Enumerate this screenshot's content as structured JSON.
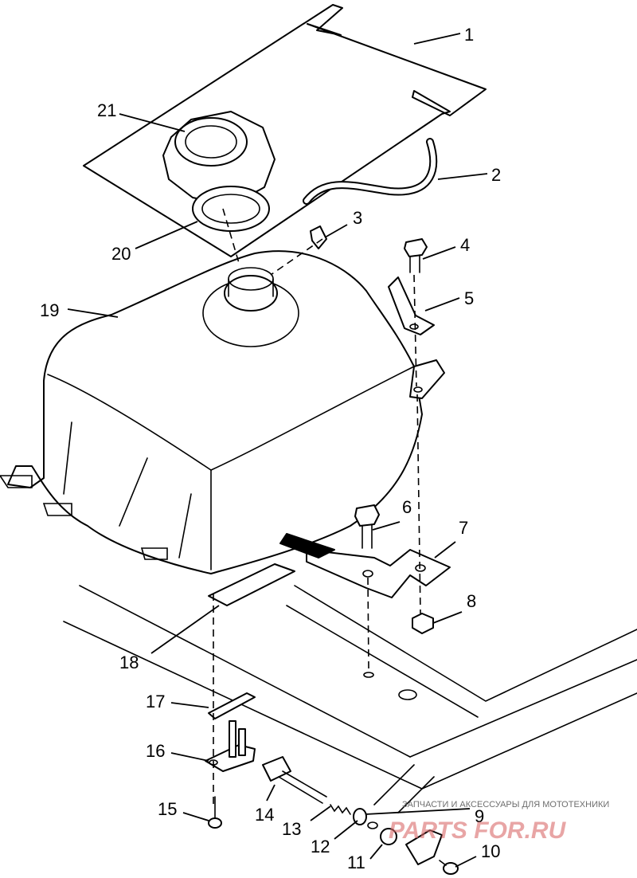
{
  "diagram": {
    "callouts": [
      {
        "id": "1",
        "label": "1"
      },
      {
        "id": "2",
        "label": "2"
      },
      {
        "id": "3",
        "label": "3"
      },
      {
        "id": "4",
        "label": "4"
      },
      {
        "id": "5",
        "label": "5"
      },
      {
        "id": "6",
        "label": "6"
      },
      {
        "id": "7",
        "label": "7"
      },
      {
        "id": "8",
        "label": "8"
      },
      {
        "id": "9",
        "label": "9"
      },
      {
        "id": "10",
        "label": "10"
      },
      {
        "id": "11",
        "label": "11"
      },
      {
        "id": "12",
        "label": "12"
      },
      {
        "id": "13",
        "label": "13"
      },
      {
        "id": "14",
        "label": "14"
      },
      {
        "id": "15",
        "label": "15"
      },
      {
        "id": "16",
        "label": "16"
      },
      {
        "id": "17",
        "label": "17"
      },
      {
        "id": "18",
        "label": "18"
      },
      {
        "id": "19",
        "label": "19"
      },
      {
        "id": "20",
        "label": "20"
      },
      {
        "id": "21",
        "label": "21"
      }
    ]
  },
  "watermark": {
    "tagline": "ЗАПЧАСТИ И АКСЕССУАРЫ ДЛЯ МОТОТЕХНИКИ",
    "brand": "PARTS FOR.RU",
    "brand_color": "#d96b6b"
  }
}
